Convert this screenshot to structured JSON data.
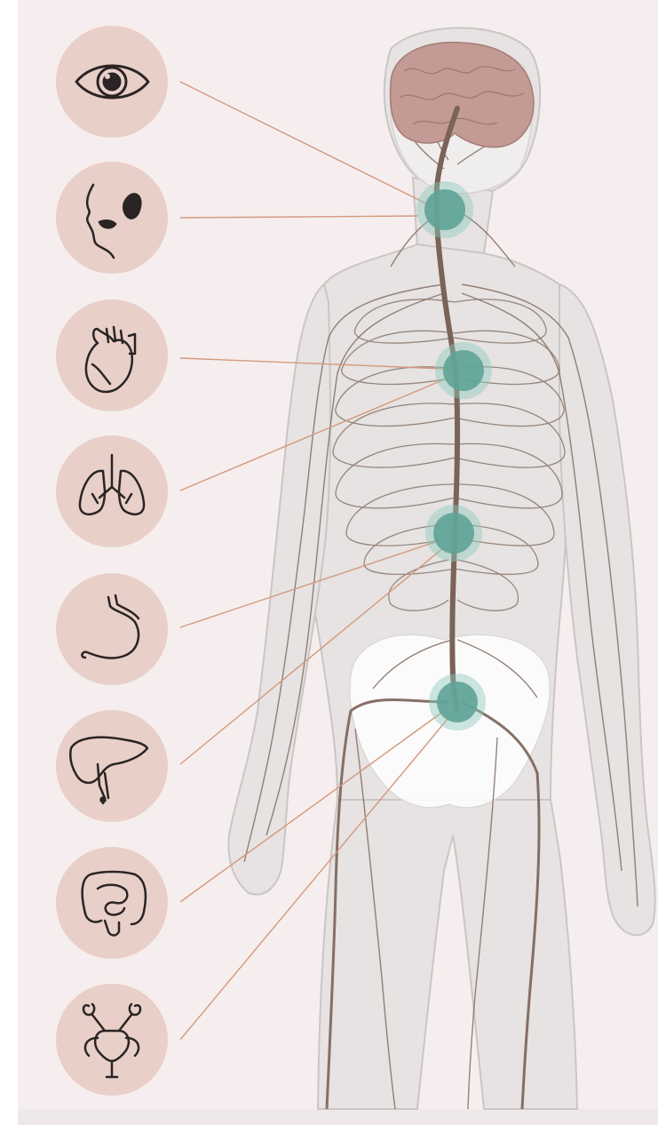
{
  "diagram": {
    "organs": [
      {
        "id": "eye",
        "icon": "eye-icon",
        "ganglion": 0
      },
      {
        "id": "salivary-glands",
        "icon": "salivary-glands-icon",
        "ganglion": 0
      },
      {
        "id": "heart",
        "icon": "heart-icon",
        "ganglion": 1
      },
      {
        "id": "lungs",
        "icon": "lungs-icon",
        "ganglion": 1
      },
      {
        "id": "stomach",
        "icon": "stomach-icon",
        "ganglion": 2
      },
      {
        "id": "liver",
        "icon": "liver-icon",
        "ganglion": 2
      },
      {
        "id": "intestines",
        "icon": "intestines-icon",
        "ganglion": 3
      },
      {
        "id": "reproductive-organs",
        "icon": "uterus-icon",
        "ganglion": 3
      }
    ],
    "ganglia": [
      {
        "id": "cervical"
      },
      {
        "id": "thoracic"
      },
      {
        "id": "lumbar"
      },
      {
        "id": "sacral"
      }
    ],
    "colors": {
      "background": "#f6eeee",
      "icon_circle": "#e8cfc8",
      "icon_stroke": "#2a2424",
      "connector": "#d4997c",
      "ganglion": "#5fa397",
      "ganglion_halo": "#8fc7bd",
      "spine": "#7a6357",
      "nerve": "#8a756a",
      "brain": "#c49a94",
      "body_fill": "#e4e1e0",
      "body_outline": "#c8c6c5"
    }
  }
}
